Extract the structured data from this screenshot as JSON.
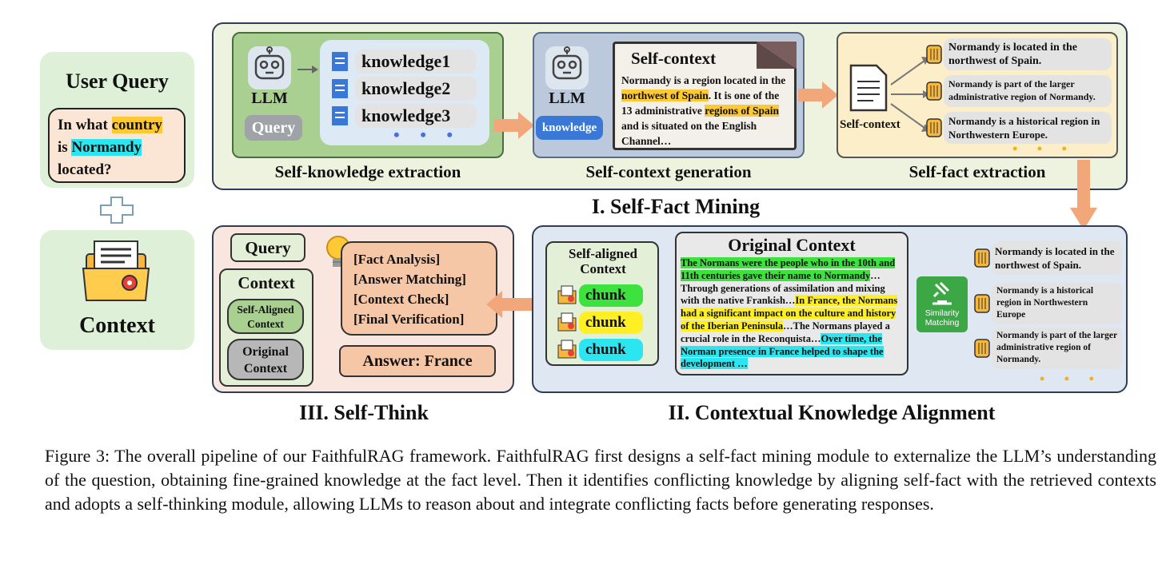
{
  "user_query": {
    "title": "User Query",
    "q1": "In what ",
    "q_country": "country",
    "q2": "is ",
    "q_normandy": "Normandy",
    "q3": "located?"
  },
  "context_label": "Context",
  "mining": {
    "title": "I. Self-Fact Mining",
    "extraction": {
      "label": "Self-knowledge extraction",
      "llm": "LLM",
      "query": "Query",
      "items": [
        "knowledge1",
        "knowledge2",
        "knowledge3"
      ]
    },
    "generation": {
      "label": "Self-context generation",
      "llm": "LLM",
      "knowledge": "knowledge",
      "doc_title": "Self-context",
      "t1": "Normandy is a region located in the ",
      "t_hl1": "northwest of Spain",
      "t2": ". It is one of the 13 administrative ",
      "t_hl2": "regions of Spain",
      "t3": " and is situated on the English Channel…"
    },
    "fact": {
      "label": "Self-fact extraction",
      "doc_label": "Self-context",
      "facts": [
        "Normandy is located in the northwest of Spain.",
        "Normandy is part of the larger administrative region of Normandy.",
        "Normandy is a historical region in Northwestern Europe."
      ]
    }
  },
  "alignment": {
    "title": "II. Contextual Knowledge Alignment",
    "aligned_title": "Self-aligned Context",
    "chunk_label": "chunk",
    "original_title": "Original Context",
    "o1": "The Normans were the people who in the 10th and 11th centuries gave their name to Normandy",
    "o2": "… Through generations of assimilation and mixing with the native Frankish…",
    "o3": "In France, the Normans had a significant impact on the culture and history of the Iberian Peninsula",
    "o4": "…The Normans played a crucial role in the Reconquista…",
    "o5": "Over time, the Norman presence in France helped to  shape the development …",
    "similarity": "Similarity Matching",
    "facts": [
      "Normandy is located in the northwest of Spain.",
      "Normandy is a historical region in Northwestern Europe",
      "Normandy is part of the larger administrative region of Normandy."
    ]
  },
  "think": {
    "title": "III. Self-Think",
    "query": "Query",
    "context": "Context",
    "self_aligned": "Self-Aligned Context",
    "original": "Original Context",
    "steps": [
      "[Fact Analysis]",
      "[Answer Matching]",
      "[Context Check]",
      "[Final Verification]"
    ],
    "answer": "Answer: France"
  },
  "caption": "Figure 3: The overall pipeline of our FaithfulRAG framework. FaithfulRAG first designs a self-fact mining module to externalize the LLM’s understanding of the question, obtaining fine-grained knowledge at the fact level. Then it identifies conflicting knowledge by aligning self-fact with the retrieved contexts and adopts a self-thinking module, allowing LLMs to reason about and integrate conflicting facts before generating responses.",
  "colors": {
    "accent_arrow": "#f2a77a",
    "green_chunk": "#3ee23e",
    "yellow_chunk": "#ffef24",
    "cyan_chunk": "#2be6f0"
  }
}
